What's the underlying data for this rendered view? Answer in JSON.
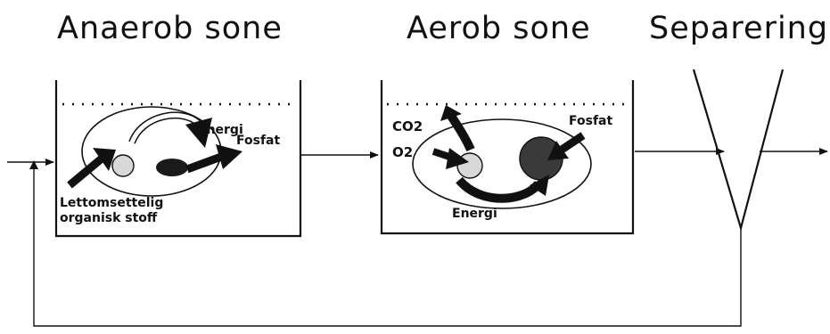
{
  "titles": {
    "anaerob": "Anaerob sone",
    "aerob": "Aerob sone",
    "separering": "Separering"
  },
  "anaerob_zone": {
    "energi": "Energi",
    "fosfat": "Fosfat",
    "substrate_line1": "Lettomsettelig",
    "substrate_line2": "organisk stoff"
  },
  "aerob_zone": {
    "co2": "CO2",
    "o2": "O2",
    "fosfat": "Fosfat",
    "energi": "Energi"
  }
}
